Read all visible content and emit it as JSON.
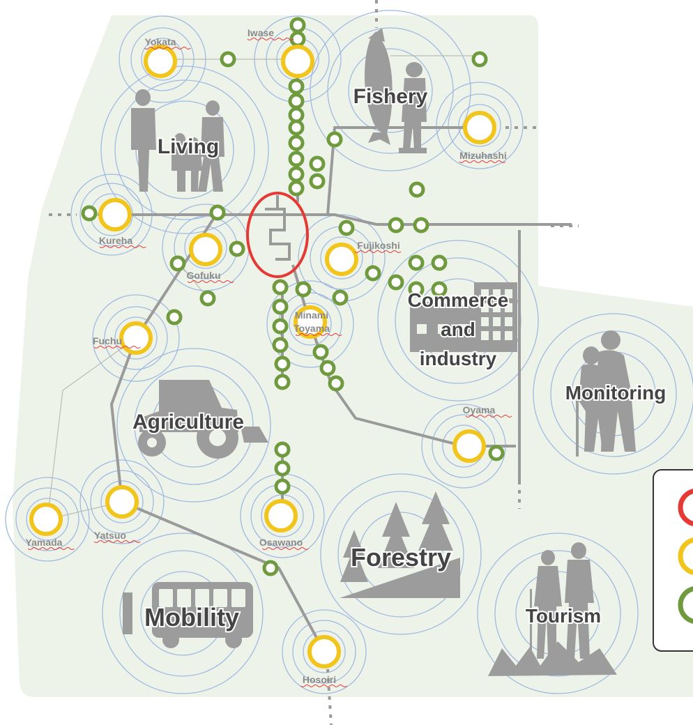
{
  "colors": {
    "background": "#eef3ea",
    "red_hub": "#e53935",
    "yellow_node": "#f2c51d",
    "green_node": "#6f9a3e",
    "rings": "#9fb9e0",
    "lines": "#9a9a9a",
    "icons": "#9c9c9c",
    "label": "#8a8a8a",
    "underline": "#e53935"
  },
  "stations": [
    {
      "id": "yokata",
      "label": "Yokata"
    },
    {
      "id": "iwase",
      "label": "Iwase"
    },
    {
      "id": "mizuhashi",
      "label": "Mizuhashi"
    },
    {
      "id": "kureha",
      "label": "Kureha"
    },
    {
      "id": "gofuku",
      "label": "Gofuku"
    },
    {
      "id": "fujikoshi",
      "label": "Fujikoshi"
    },
    {
      "id": "minami",
      "label": "Minami\nToyama"
    },
    {
      "id": "fuchu",
      "label": "Fuchu"
    },
    {
      "id": "oyama",
      "label": "Oyama"
    },
    {
      "id": "yatsuo",
      "label": "Yatsuo"
    },
    {
      "id": "yamada",
      "label": "Yamada"
    },
    {
      "id": "osawano",
      "label": "Osawano"
    },
    {
      "id": "hosoiri",
      "label": "Hosoiri"
    }
  ],
  "categories": [
    {
      "id": "living",
      "label": "Living"
    },
    {
      "id": "fishery",
      "label": "Fishery"
    },
    {
      "id": "commerce",
      "label": "Commerce\nand\nindustry"
    },
    {
      "id": "monitoring",
      "label": "Monitoring"
    },
    {
      "id": "agriculture",
      "label": "Agriculture"
    },
    {
      "id": "forestry",
      "label": "Forestry"
    },
    {
      "id": "mobility",
      "label": "Mobility"
    },
    {
      "id": "tourism",
      "label": "Tourism"
    }
  ],
  "legend": {
    "items": [
      {
        "ring_color": "#e53935"
      },
      {
        "ring_color": "#f2c51d"
      },
      {
        "ring_color": "#6f9a3e"
      }
    ]
  },
  "icons": [
    "family-icon",
    "fisherman-icon",
    "factory-icon",
    "elderly-couple-icon",
    "tractor-icon",
    "trees-icon",
    "bus-icon",
    "hikers-icon",
    "city-hub-icon"
  ]
}
